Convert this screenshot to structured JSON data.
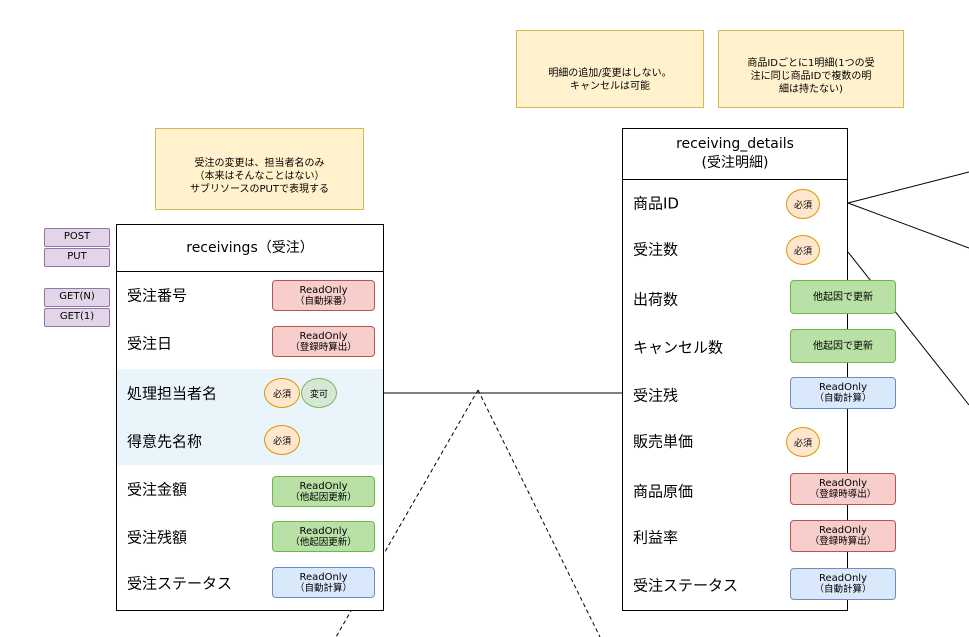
{
  "notes": {
    "no_change": "明細の追加/変更はしない。\nキャンセルは可能",
    "one_per_product": "商品IDごとに1明細(1つの受\n注に同じ商品IDで複数の明\n細は持たない)",
    "receivings_change": "受注の変更は、担当者名のみ\n（本来はそんなことはない）\nサブリソースのPUTで表現する"
  },
  "methods": {
    "post": "POST",
    "put": "PUT",
    "get_n": "GET(N)",
    "get_1": "GET(1)"
  },
  "receivings": {
    "title": "receivings（受注）",
    "fields": {
      "order_no": "受注番号",
      "order_date": "受注日",
      "handler_name": "処理担当者名",
      "customer_name": "得意先名称",
      "amount": "受注金額",
      "remaining_amount": "受注残額",
      "status": "受注ステータス"
    }
  },
  "details": {
    "title": "receiving_details\n(受注明細)",
    "fields": {
      "product_id": "商品ID",
      "qty": "受注数",
      "shipped": "出荷数",
      "cancelled": "キャンセル数",
      "remaining": "受注残",
      "unit_price": "販売単価",
      "cost": "商品原価",
      "margin": "利益率",
      "status": "受注ステータス"
    }
  },
  "badges": {
    "readonly": "ReadOnly",
    "auto_numbering": "（自動採番）",
    "calc_at_register": "（登録時算出）",
    "calc_at_register2": "（登録時導出）",
    "updated_by_other": "（他起因更新）",
    "auto_calc": "（自動計算）",
    "required": "必須",
    "mutable": "変可",
    "other_update": "他起因で更新"
  },
  "colors": {
    "note_bg": "#fff2cc",
    "method_bg": "#e1d5e7",
    "readonly_red": "#f8cecc",
    "readonly_green": "#b9e0a5",
    "readonly_blue": "#dae8fc",
    "required": "#ffe6cc"
  }
}
